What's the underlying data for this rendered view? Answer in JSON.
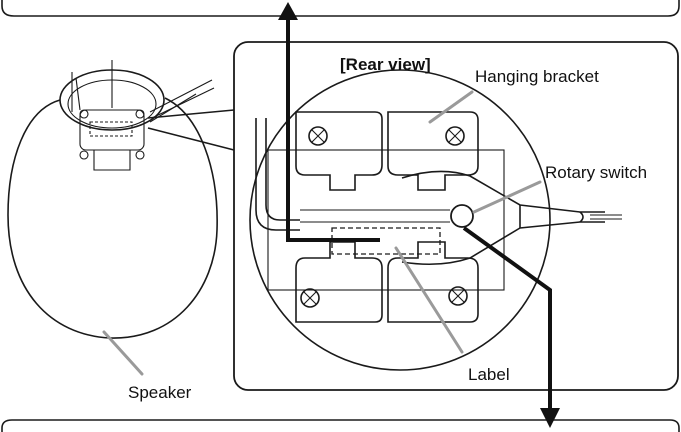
{
  "labels": {
    "rear_view": "[Rear view]",
    "hanging_bracket": "Hanging bracket",
    "rotary_switch": "Rotary switch",
    "label": "Label",
    "speaker": "Speaker"
  },
  "colors": {
    "line": "#1a1a1a",
    "leader": "#9a9a9a",
    "panel_fill": "#ffffff",
    "background": "#ffffff"
  }
}
